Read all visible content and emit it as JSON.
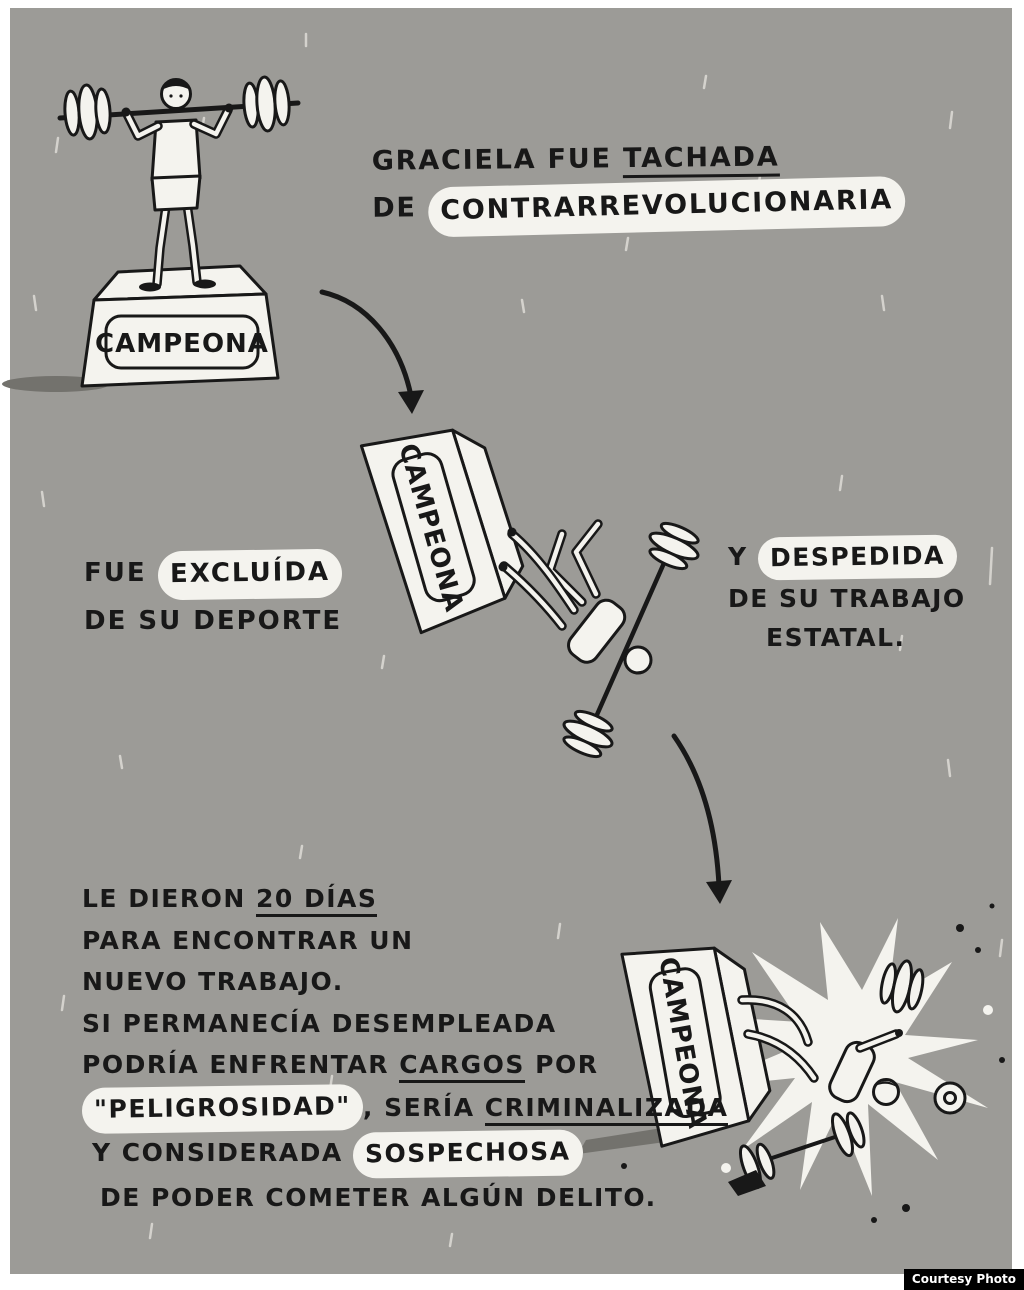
{
  "panel": {
    "podium_label": "CAMPEONA",
    "headline": {
      "line1": [
        {
          "text": "GRACIELA FUE "
        },
        {
          "text": "TACHADA"
        }
      ],
      "line2": [
        {
          "text": "DE "
        },
        {
          "text": "CONTRARREVOLUCIONARIA"
        }
      ]
    },
    "excluded": {
      "line1": [
        {
          "text": "FUE "
        },
        {
          "text": "EXCLUÍDA"
        }
      ],
      "line2": [
        {
          "text": "DE SU DEPORTE"
        }
      ]
    },
    "fired": {
      "line1": [
        {
          "text": "Y "
        },
        {
          "text": "DESPEDIDA"
        }
      ],
      "line2": [
        {
          "text": "DE SU TRABAJO"
        }
      ],
      "line3": [
        {
          "text": "ESTATAL."
        }
      ]
    },
    "sentence": {
      "line1": [
        {
          "text": "LE DIERON "
        },
        {
          "text": "20 DÍAS"
        }
      ],
      "line2": [
        {
          "text": "PARA ENCONTRAR UN"
        }
      ],
      "line3": [
        {
          "text": "NUEVO TRABAJO."
        }
      ],
      "line4": [
        {
          "text": "SI PERMANECÍA DESEMPLEADA"
        }
      ],
      "line5": [
        {
          "text": "PODRÍA ENFRENTAR "
        },
        {
          "text": "CARGOS"
        },
        {
          "text": " POR"
        }
      ],
      "line6": [
        {
          "text": "\"PELIGROSIDAD\""
        },
        {
          "text": ", SERÍA "
        },
        {
          "text": "CRIMINALIZADA"
        }
      ],
      "line7": [
        {
          "text": "Y CONSIDERADA "
        },
        {
          "text": "SOSPECHOSA"
        }
      ],
      "line8": [
        {
          "text": "DE PODER COMETER ALGÚN DELITO."
        }
      ]
    },
    "colors": {
      "background": "#9c9b97",
      "ink": "#181818",
      "paper": "#f4f3ee"
    }
  },
  "credit": {
    "label": "Courtesy Photo"
  }
}
